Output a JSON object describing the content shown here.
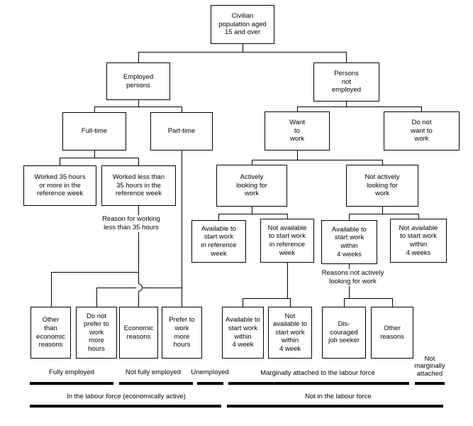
{
  "title": "Labour force framework flowchart",
  "colors": {
    "background": "#ffffff",
    "line": "#000000",
    "text": "#000000"
  },
  "nodes": {
    "civilian": "Civilian\npopulation aged\n15 and over",
    "employed": "Employed\npersons",
    "persons_not_employed": "Persons\nnot\nemployed",
    "full_time": "Full-time",
    "part_time": "Part-time",
    "want_to_work": "Want\nto\nwork",
    "do_not_want_to_work": "Do not\nwant to\nwork",
    "worked_35_or_more": "Worked 35 hours\nor more in the\nreference week",
    "worked_less_35": "Worked less than\n35 hours in the\nreference week",
    "actively_looking": "Actively\nlooking for\nwork",
    "not_actively_looking": "Not actively\nlooking for\nwork",
    "available_ref_week": "Available to\nstart work\nin reference\nweek",
    "not_available_ref_week": "Not available\nto start work\nin reference\nweek",
    "available_4_weeks": "Available to\nstart work\nwithin\n4 weeks",
    "not_available_4_weeks": "Not available\nto start work\nwithin\n4 weeks",
    "other_than_economic": "Other\nthan\neconomic\nreasons",
    "do_not_prefer_more_hours": "Do not\nprefer to\nwork\nmore\nhours",
    "economic_reasons": "Economic\nreasons",
    "prefer_more_hours": "Prefer to\nwork\nmore\nhours",
    "available_4_week": "Available to\nstart work\nwithin\n4 week",
    "not_available_4_week": "Not\navailable to\nstart work\nwithin\n4 week",
    "discouraged_job_seeker": "Dis-\ncouraged\njob seeker",
    "other_reasons": "Other\nreasons"
  },
  "annotations": {
    "reason_working_less": "Reason for working\nless than 35 hours",
    "reasons_not_actively": "Reasons not actively\nlooking for work"
  },
  "categories": {
    "fully_employed": "Fully employed",
    "not_fully_employed": "Not fully employed",
    "unemployed": "Unemployed",
    "marginally_attached": "Marginally attached to the labour force",
    "not_marginally_attached": "Not\nmarginally\nattached",
    "in_labour_force": "In the labour force (economically active)",
    "not_in_labour_force": "Not in the labour force"
  }
}
